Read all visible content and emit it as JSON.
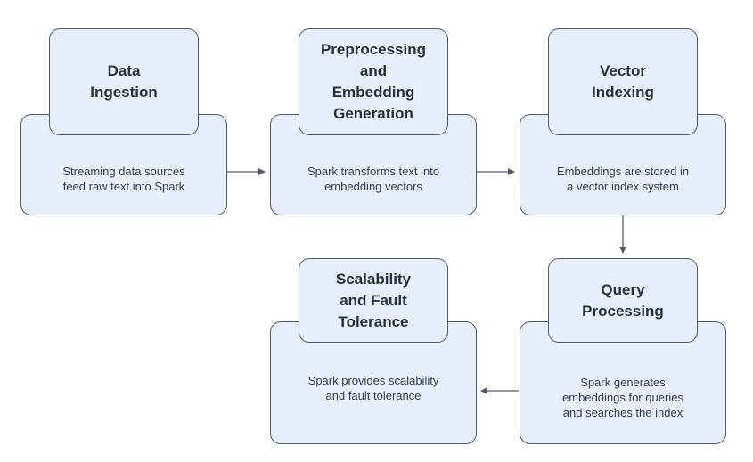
{
  "steps": [
    {
      "title": "Data\nIngestion",
      "description": "Streaming data sources\nfeed raw text into Spark"
    },
    {
      "title": "Preprocessing\nand\nEmbedding\nGeneration",
      "description": "Spark transforms text into\nembedding vectors"
    },
    {
      "title": "Vector\nIndexing",
      "description": "Embeddings are stored in\na vector index system"
    },
    {
      "title": "Query\nProcessing",
      "description": "Spark generates\nembeddings for queries\nand searches the index"
    },
    {
      "title": "Scalability\nand Fault\nTolerance",
      "description": "Spark provides scalability\nand fault tolerance"
    }
  ],
  "colors": {
    "box_fill": "#e8effc",
    "box_stroke": "#545b66",
    "arrow": "#545b66"
  }
}
